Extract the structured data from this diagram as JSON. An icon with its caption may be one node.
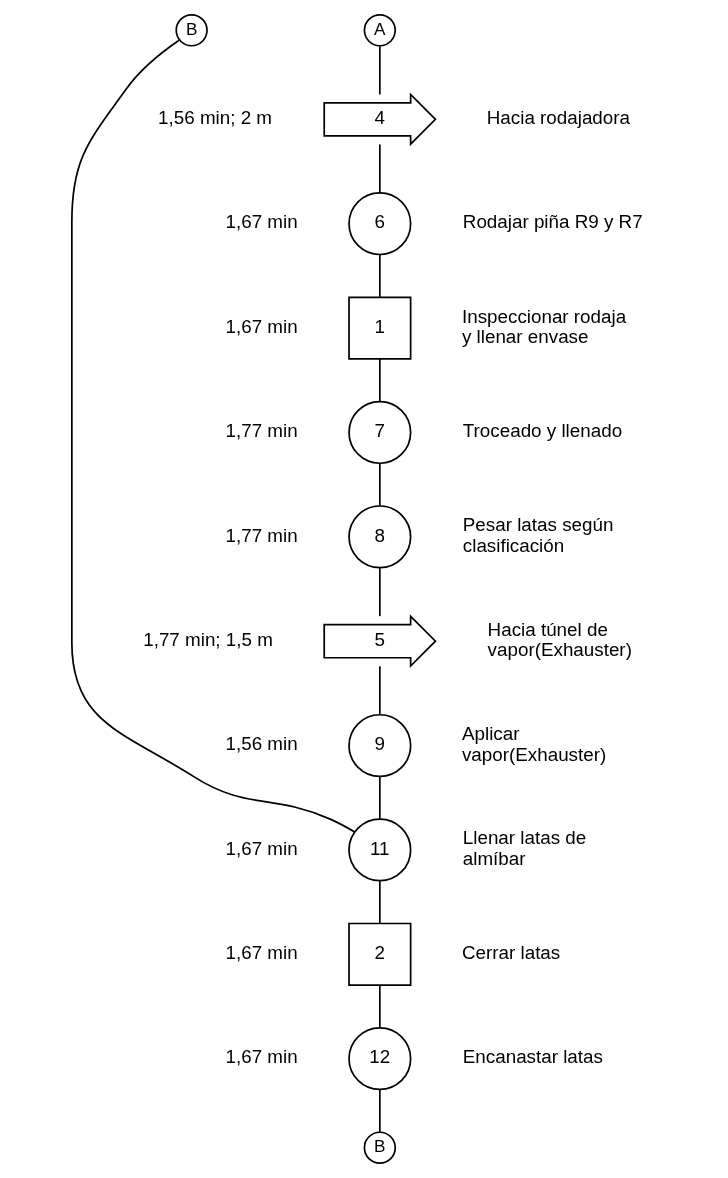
{
  "diagram": {
    "nodes": [
      {
        "text": [
          "A"
        ]
      },
      {
        "text": [
          "4"
        ],
        "beside": [
          "1,56 min; 2 m",
          "Hacia rodajadora"
        ]
      },
      {
        "text": [
          "6"
        ],
        "beside": [
          "1,67 min",
          "Rodajar piña R9 y R7"
        ]
      },
      {
        "text": [
          "1"
        ],
        "beside": [
          "1,67 min",
          "Inspeccionar rodaja y llenar envase"
        ]
      },
      {
        "text": [
          "7"
        ],
        "beside": [
          "1,77 min",
          "Troceado y llenado"
        ]
      },
      {
        "text": [
          "8"
        ],
        "beside": [
          "1,77 min",
          "Pesar latas según clasificación"
        ]
      },
      {
        "text": [
          "5"
        ],
        "beside": [
          "1,77 min; 1,5 m",
          "Hacia túnel de vapor(Exhauster)"
        ]
      },
      {
        "text": [
          "9"
        ],
        "beside": [
          "1,56 min",
          "Aplicar vapor(Exhauster)"
        ]
      },
      {
        "text": [
          "11"
        ],
        "beside": [
          "1,67 min",
          "Llenar latas de almíbar"
        ]
      },
      {
        "text": [
          "2"
        ],
        "beside": [
          "1,67 min",
          "Cerrar latas"
        ]
      },
      {
        "text": [
          "12"
        ],
        "beside": [
          "1,67 min",
          "Encanastar latas"
        ]
      },
      {
        "text": [
          "B"
        ]
      },
      {
        "text": [
          "B"
        ]
      }
    ],
    "edges": [
      {
        "from": 0,
        "to": 1,
        "arrow": "none"
      },
      {
        "from": 1,
        "to": 2,
        "arrow": "none"
      },
      {
        "from": 2,
        "to": 3,
        "arrow": "none"
      },
      {
        "from": 3,
        "to": 4,
        "arrow": "none"
      },
      {
        "from": 4,
        "to": 5,
        "arrow": "none"
      },
      {
        "from": 5,
        "to": 6,
        "arrow": "none"
      },
      {
        "from": 6,
        "to": 7,
        "arrow": "none"
      },
      {
        "from": 7,
        "to": 8,
        "arrow": "none"
      },
      {
        "from": 12,
        "to": 8,
        "arrow": "none"
      },
      {
        "from": 8,
        "to": 9,
        "arrow": "none"
      },
      {
        "from": 9,
        "to": 10,
        "arrow": "none"
      },
      {
        "from": 10,
        "to": 11,
        "arrow": "none"
      }
    ]
  }
}
